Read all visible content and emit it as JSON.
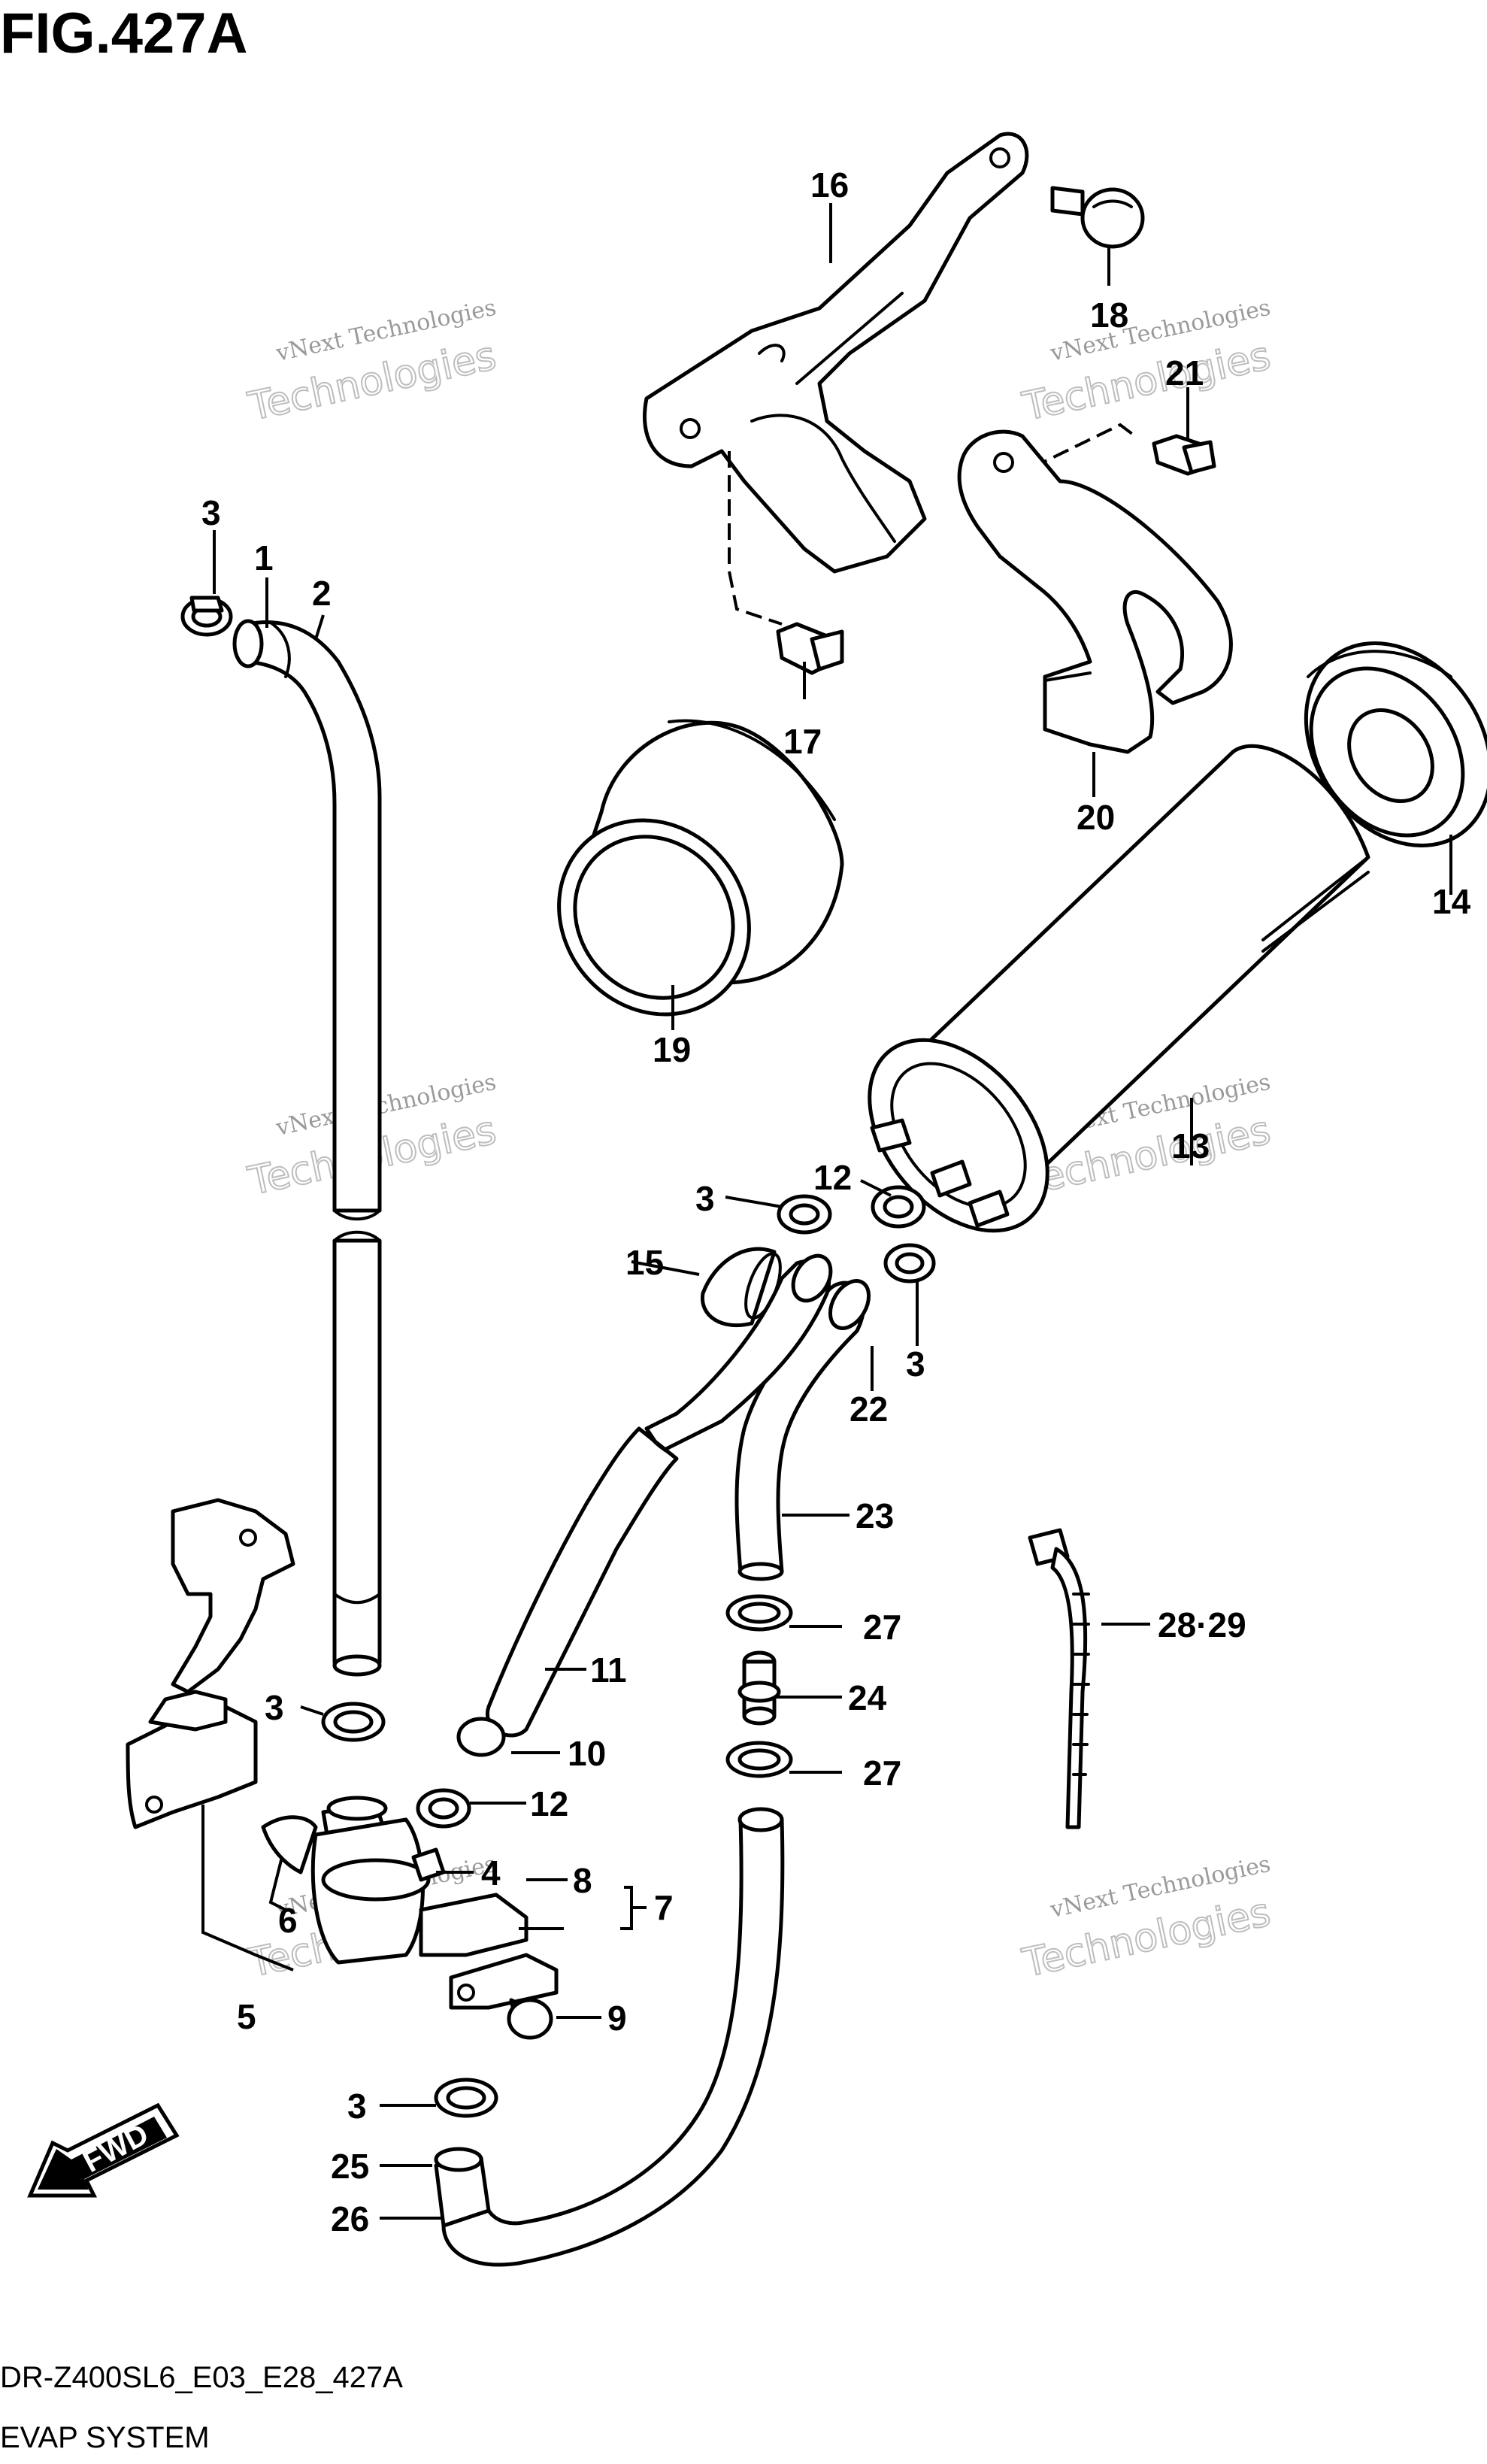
{
  "figure": {
    "title": "FIG.427A"
  },
  "footer": {
    "model_code": "DR-Z400SL6_E03_E28_427A",
    "section": "EVAP SYSTEM"
  },
  "fwd_badge": {
    "label": "FWD"
  },
  "watermark": {
    "line1": "vNext Technologies",
    "line2": "Technologies"
  },
  "callouts": [
    {
      "id": "p1",
      "label": "1"
    },
    {
      "id": "p2",
      "label": "2"
    },
    {
      "id": "p3a",
      "label": "3"
    },
    {
      "id": "p16",
      "label": "16"
    },
    {
      "id": "p17",
      "label": "17"
    },
    {
      "id": "p18",
      "label": "18"
    },
    {
      "id": "p21",
      "label": "21"
    },
    {
      "id": "p20",
      "label": "20"
    },
    {
      "id": "p14",
      "label": "14"
    },
    {
      "id": "p19",
      "label": "19"
    },
    {
      "id": "p13",
      "label": "13"
    },
    {
      "id": "p3b",
      "label": "3"
    },
    {
      "id": "p12a",
      "label": "12"
    },
    {
      "id": "p15",
      "label": "15"
    },
    {
      "id": "p3c",
      "label": "3"
    },
    {
      "id": "p22",
      "label": "22"
    },
    {
      "id": "p23",
      "label": "23"
    },
    {
      "id": "p27a",
      "label": "27"
    },
    {
      "id": "p24",
      "label": "24"
    },
    {
      "id": "p27b",
      "label": "27"
    },
    {
      "id": "p11",
      "label": "11"
    },
    {
      "id": "p10",
      "label": "10"
    },
    {
      "id": "p3d",
      "label": "3"
    },
    {
      "id": "p12b",
      "label": "12"
    },
    {
      "id": "p4",
      "label": "4"
    },
    {
      "id": "p8",
      "label": "8"
    },
    {
      "id": "p7",
      "label": "7"
    },
    {
      "id": "p6",
      "label": "6"
    },
    {
      "id": "p5",
      "label": "5"
    },
    {
      "id": "p9",
      "label": "9"
    },
    {
      "id": "p3e",
      "label": "3"
    },
    {
      "id": "p25",
      "label": "25"
    },
    {
      "id": "p26",
      "label": "26"
    },
    {
      "id": "p2829",
      "label": "28·29"
    }
  ]
}
